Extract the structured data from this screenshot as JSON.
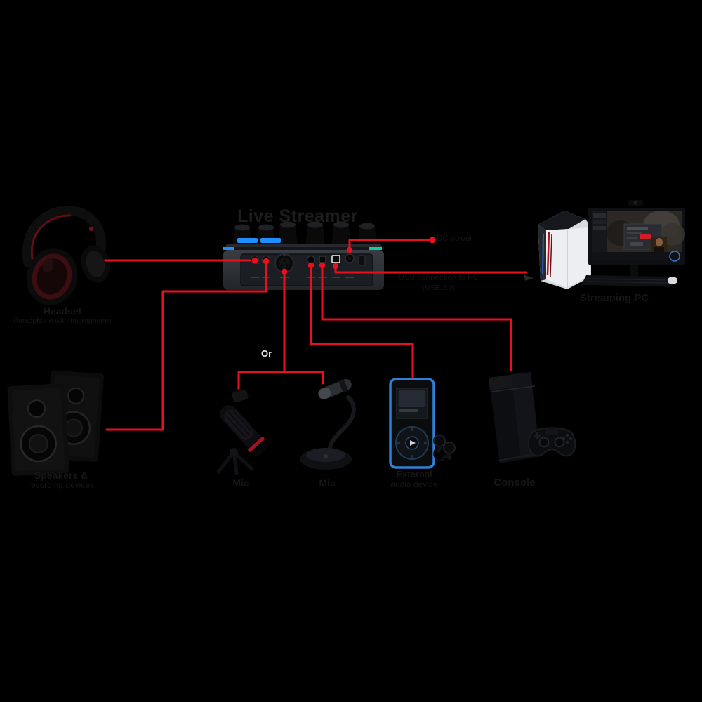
{
  "diagram": {
    "title": "Live Streamer",
    "devices": {
      "headset": {
        "name": "Headset",
        "sub": "(headphone with microphone)"
      },
      "speakers": {
        "name": "Speakers &",
        "sub": "recording devices"
      },
      "xlr_mic": {
        "name": "Mic"
      },
      "usb_mic": {
        "name": "Mic"
      },
      "external_audio": {
        "name": "External",
        "sub": "audio device"
      },
      "console": {
        "name": "Console"
      },
      "streaming_pc": {
        "name": "Streaming PC"
      }
    },
    "annotations": {
      "or": "Or",
      "power": "DC power",
      "usb_note_line1": "USB connection to PC",
      "usb_note_line2": "(USB 2.0)"
    },
    "colors": {
      "line_red": "#e8101d",
      "accent_blue": "#1e8fff",
      "accent_teal": "#16c9a2",
      "player_blue": "#2f7fd6"
    }
  }
}
